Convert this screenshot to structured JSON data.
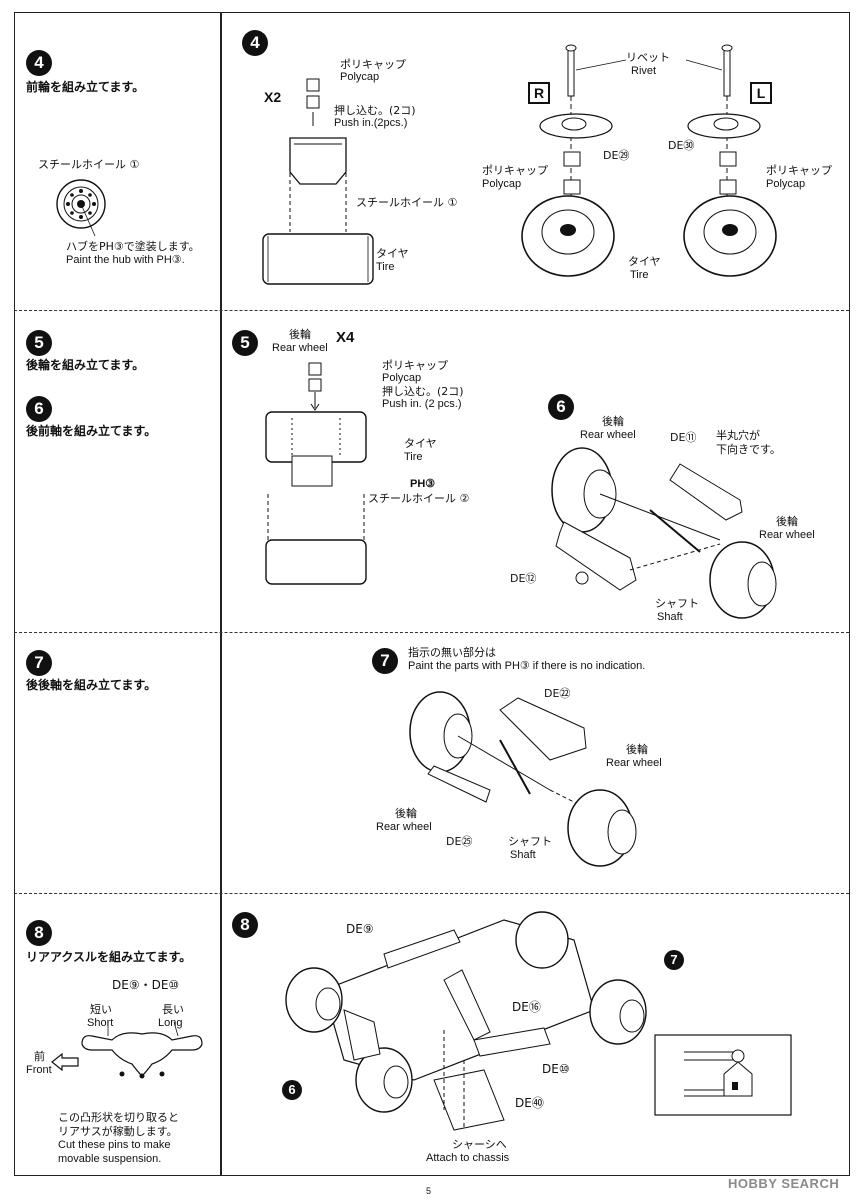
{
  "page_number": "5",
  "brand": {
    "text": "HOBBY SEARCH",
    "color": "#8a8a8a"
  },
  "steps": [
    {
      "num": "4",
      "jp": "前輪を組み立てます。"
    },
    {
      "num": "5",
      "jp": "後輪を組み立てます。"
    },
    {
      "num": "6",
      "jp": "後前軸を組み立てます。"
    },
    {
      "num": "7",
      "jp": "後後軸を組み立てます。"
    },
    {
      "num": "8",
      "jp": "リアアクスルを組み立てます。"
    }
  ],
  "left_step4": {
    "wheel_label": "スチールホイール ①",
    "note_jp": "ハブをPH③で塗装します。",
    "note_en": "Paint the hub with PH③."
  },
  "left_step8": {
    "parts": "DE⑨・DE⑩",
    "short_jp": "短い",
    "short_en": "Short",
    "long_jp": "長い",
    "long_en": "Long",
    "front_jp": "前",
    "front_en": "Front",
    "note_jp1": "この凸形状を切り取ると",
    "note_jp2": "リアサスが稼動します。",
    "note_en1": "Cut these pins to make",
    "note_en2": "movable suspension."
  },
  "step4": {
    "num": "4",
    "qty": "X2",
    "polycap_jp": "ポリキャップ",
    "polycap_en": "Polycap",
    "push_jp": "押し込む。(2コ)",
    "push_en": "Push in.(2pcs.)",
    "wheel": "スチールホイール ①",
    "tire_jp": "タイヤ",
    "tire_en": "Tire",
    "rivet_jp": "リベット",
    "rivet_en": "Rivet",
    "right_mark": "R",
    "left_mark": "L",
    "de_r": "DE㉙",
    "de_l": "DE㉚",
    "polycap2_jp": "ポリキャップ",
    "polycap2_en": "Polycap",
    "polycap3_jp": "ポリキャップ",
    "polycap3_en": "Polycap",
    "tire2_jp": "タイヤ",
    "tire2_en": "Tire"
  },
  "step5": {
    "num": "5",
    "rear_jp": "後輪",
    "rear_en": "Rear wheel",
    "qty": "X4",
    "polycap_jp": "ポリキャップ",
    "polycap_en": "Polycap",
    "push_jp": "押し込む。(2コ)",
    "push_en": "Push in. (2 pcs.)",
    "tire_jp": "タイヤ",
    "tire_en": "Tire",
    "paint": "PH③",
    "wheel": "スチールホイール ②"
  },
  "step6": {
    "num": "6",
    "rear1_jp": "後輪",
    "rear1_en": "Rear wheel",
    "de11": "DE⑪",
    "hole_jp1": "半丸穴が",
    "hole_jp2": "下向きです。",
    "rear2_jp": "後輪",
    "rear2_en": "Rear wheel",
    "de12": "DE⑫",
    "shaft_jp": "シャフト",
    "shaft_en": "Shaft"
  },
  "step7": {
    "num": "7",
    "note_jp": "指示の無い部分は",
    "note_en": "Paint the parts with PH③ if there is no indication.",
    "de22": "DE㉒",
    "rear1_jp": "後輪",
    "rear1_en": "Rear wheel",
    "rear2_jp": "後輪",
    "rear2_en": "Rear wheel",
    "de25": "DE㉕",
    "shaft_jp": "シャフト",
    "shaft_en": "Shaft"
  },
  "step8": {
    "num": "8",
    "de9": "DE⑨",
    "de16": "DE⑯",
    "de10": "DE⑩",
    "de40": "DE㊵",
    "attach_jp": "シャーシへ",
    "attach_en": "Attach to chassis",
    "ref7": "7",
    "ref6": "6"
  }
}
